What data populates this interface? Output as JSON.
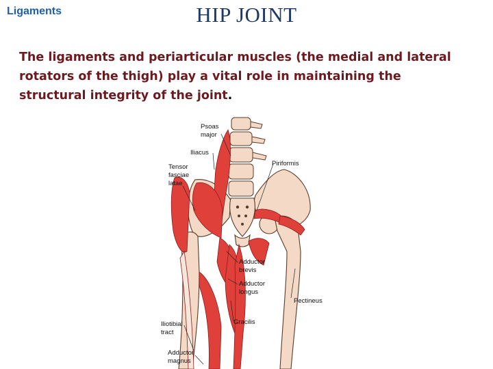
{
  "header": {
    "section_tag": "Ligaments",
    "title": "HIP JOINT"
  },
  "body": {
    "paragraph": "The ligaments and periarticular muscles (the medial and lateral rotators of the thigh) play a vital role in maintaining the structural integrity of the joint",
    "trailing_punctuation": "."
  },
  "figure": {
    "labels": {
      "psoas_line1": "Psoas",
      "psoas_line2": "major",
      "iliacus": "Iliacus",
      "piriformis": "Piriformis",
      "tensor_line1": "Tensor",
      "tensor_line2": "fasciae",
      "tensor_line3": "latae",
      "adductor_brevis_line1": "Adductor",
      "adductor_brevis_line2": "brevis",
      "adductor_longus_line1": "Adductor",
      "adductor_longus_line2": "longus",
      "pectineus": "Pectineus",
      "gracilis": "Gracilis",
      "iliotibial_line1": "Iliotibial",
      "iliotibial_line2": "tract",
      "adductor_magnus_line1": "Adductor",
      "adductor_magnus_line2": "magnus"
    },
    "colors": {
      "muscle": "#e0403a",
      "muscle_dark": "#b8262a",
      "bone": "#f3d9c6",
      "bone_outline": "#5a3a2a"
    }
  }
}
